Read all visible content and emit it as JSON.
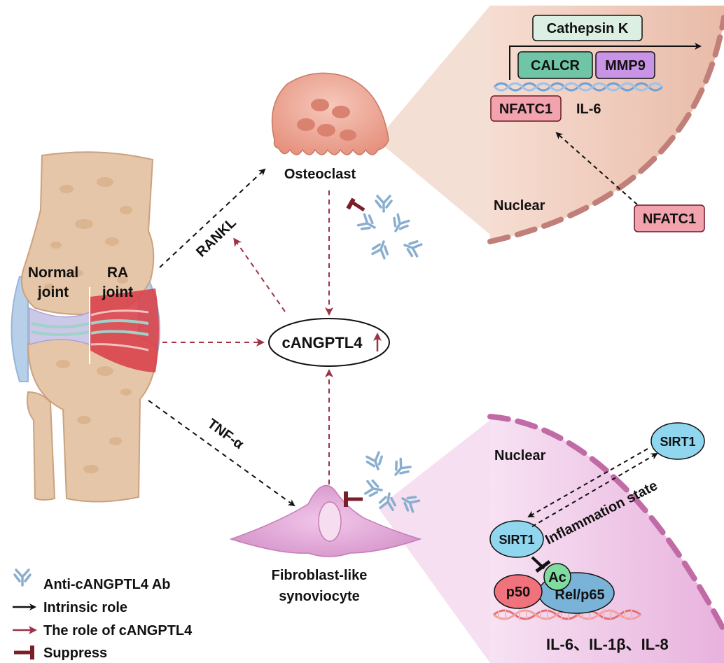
{
  "colors": {
    "intrinsic_arrow": "#111111",
    "cangptl4_arrow": "#9b3344",
    "suppress": "#7a1f2a",
    "osteoclast_fill": "#eaa593",
    "nucleus_top": "#f2d2c4",
    "nucleus_bottom": "#f3d6ee",
    "fls_fill": "#dfa3d4",
    "nfatc1_fill": "#f2a3ae",
    "calcr_fill": "#6fc5a6",
    "mmp9_fill": "#c993e6",
    "cathepsin_fill": "#dcefe3",
    "sirt1_fill": "#8fd6ee",
    "relp65_fill": "#7ab3d8",
    "p50_fill": "#f0727c",
    "ac_fill": "#7fdba0"
  },
  "joint": {
    "normal_label_line1": "Normal",
    "normal_label_line2": "joint",
    "ra_label_line1": "RA",
    "ra_label_line2": "joint"
  },
  "pathway_labels": {
    "rankl": "RANKL",
    "tnf": "TNF-α"
  },
  "cells": {
    "osteoclast": "Osteoclast",
    "fls_line1": "Fibroblast-like",
    "fls_line2": "synoviocyte"
  },
  "center": {
    "cangptl4": "cANGPTL4"
  },
  "top_nucleus": {
    "cathepsin": "Cathepsin K",
    "calcr": "CALCR",
    "mmp9": "MMP9",
    "nfatc1_bound": "NFATC1",
    "il6": "IL-6",
    "nuclear": "Nuclear",
    "nfatc1_free": "NFATC1"
  },
  "bottom_nucleus": {
    "nuclear": "Nuclear",
    "sirt1_outside": "SIRT1",
    "sirt1_inside": "SIRT1",
    "inflammation": "Inflammation state",
    "ac": "Ac",
    "p50": "p50",
    "relp65": "Rel/p65",
    "cytokines": "IL-6、IL-1β、IL-8"
  },
  "legend": {
    "antibody": "Anti-cANGPTL4 Ab",
    "intrinsic": "Intrinsic role",
    "cangptl4_role": "The role of cANGPTL4",
    "suppress": "Suppress"
  }
}
